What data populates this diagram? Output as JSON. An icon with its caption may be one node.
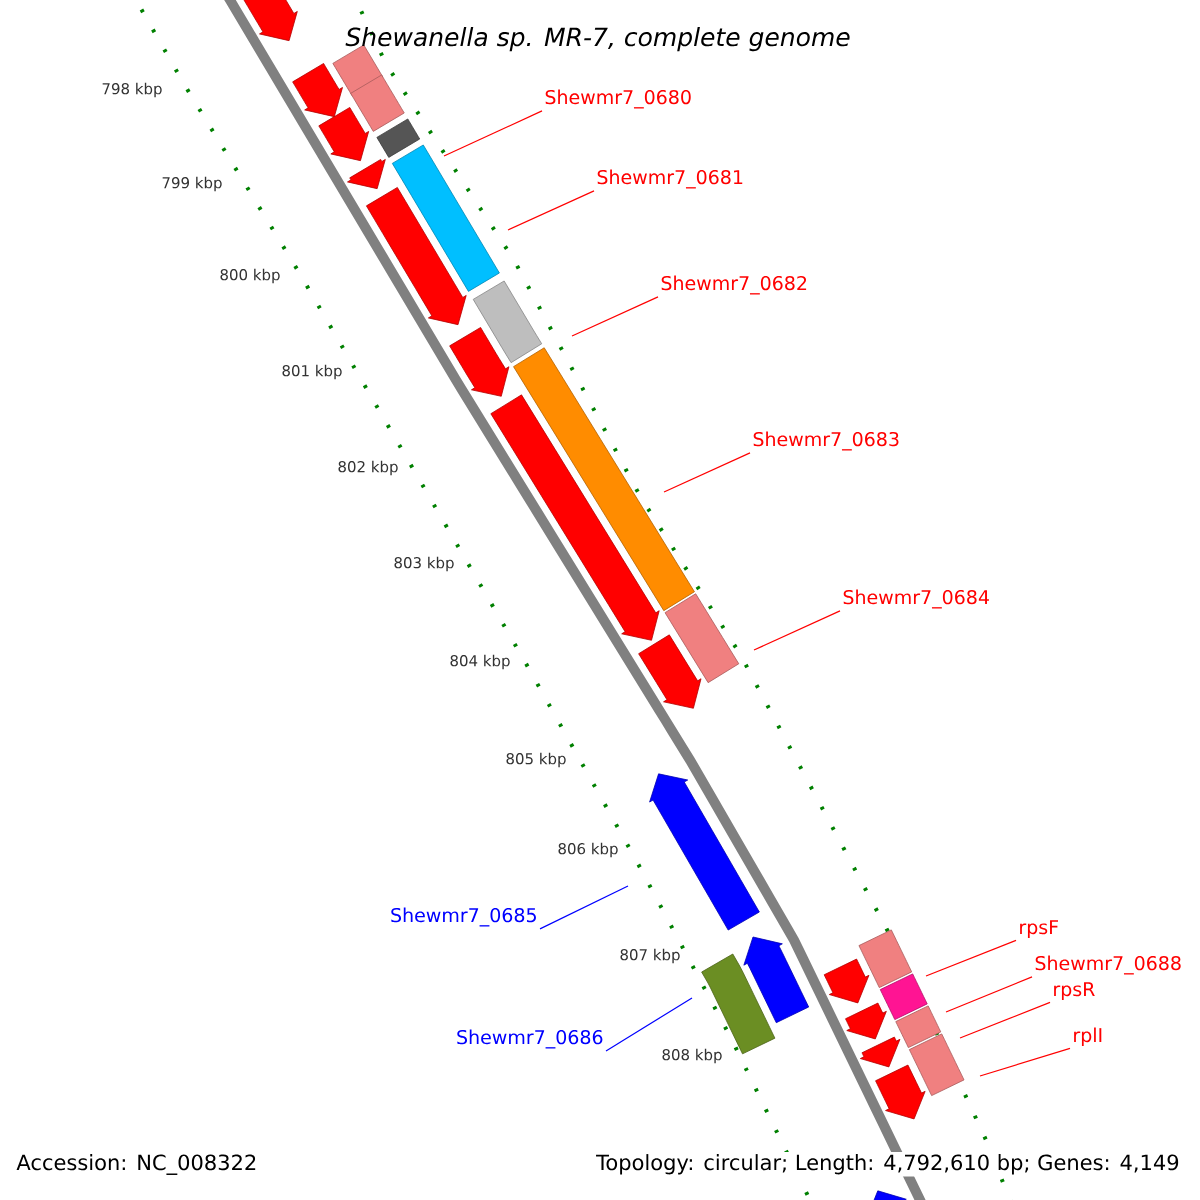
{
  "diagram": {
    "title": "Shewanella sp. MR-7, complete genome",
    "nodes": [
      {
        "text": [
          "Shewmr7_0680"
        ]
      },
      {
        "text": [
          "Shewmr7_0681"
        ]
      },
      {
        "text": [
          "Shewmr7_0682"
        ]
      },
      {
        "text": [
          "Shewmr7_0683"
        ]
      },
      {
        "text": [
          "Shewmr7_0684"
        ]
      },
      {
        "text": [
          "Shewmr7_0685"
        ]
      },
      {
        "text": [
          "Shewmr7_0686"
        ]
      },
      {
        "text": [
          "rpsF"
        ]
      },
      {
        "text": [
          "Shewmr7_0688"
        ]
      },
      {
        "text": [
          "rpsR"
        ]
      },
      {
        "text": [
          "rplI"
        ]
      }
    ],
    "edges": [
      {
        "from": 0,
        "to": null,
        "arrow": "none"
      },
      {
        "from": 1,
        "to": null,
        "arrow": "none"
      },
      {
        "from": 2,
        "to": null,
        "arrow": "none"
      },
      {
        "from": 3,
        "to": null,
        "arrow": "none"
      },
      {
        "from": 4,
        "to": null,
        "arrow": "none"
      },
      {
        "from": 5,
        "to": null,
        "arrow": "none",
        "color": "#0000ff"
      },
      {
        "from": 6,
        "to": null,
        "arrow": "none",
        "color": "#0000ff"
      },
      {
        "from": 7,
        "to": null,
        "arrow": "none"
      },
      {
        "from": 8,
        "to": null,
        "arrow": "none"
      },
      {
        "from": 9,
        "to": null,
        "arrow": "none"
      },
      {
        "from": 10,
        "to": null,
        "arrow": "none"
      }
    ],
    "labels": [
      "798 kbp",
      "799 kbp",
      "800 kbp",
      "801 kbp",
      "802 kbp",
      "803 kbp",
      "804 kbp",
      "805 kbp",
      "806 kbp",
      "807 kbp",
      "808 kbp",
      "Accession: NC_008322",
      "Topology: circular; Length: 4,792,610 bp; Genes: 4,149"
    ]
  }
}
